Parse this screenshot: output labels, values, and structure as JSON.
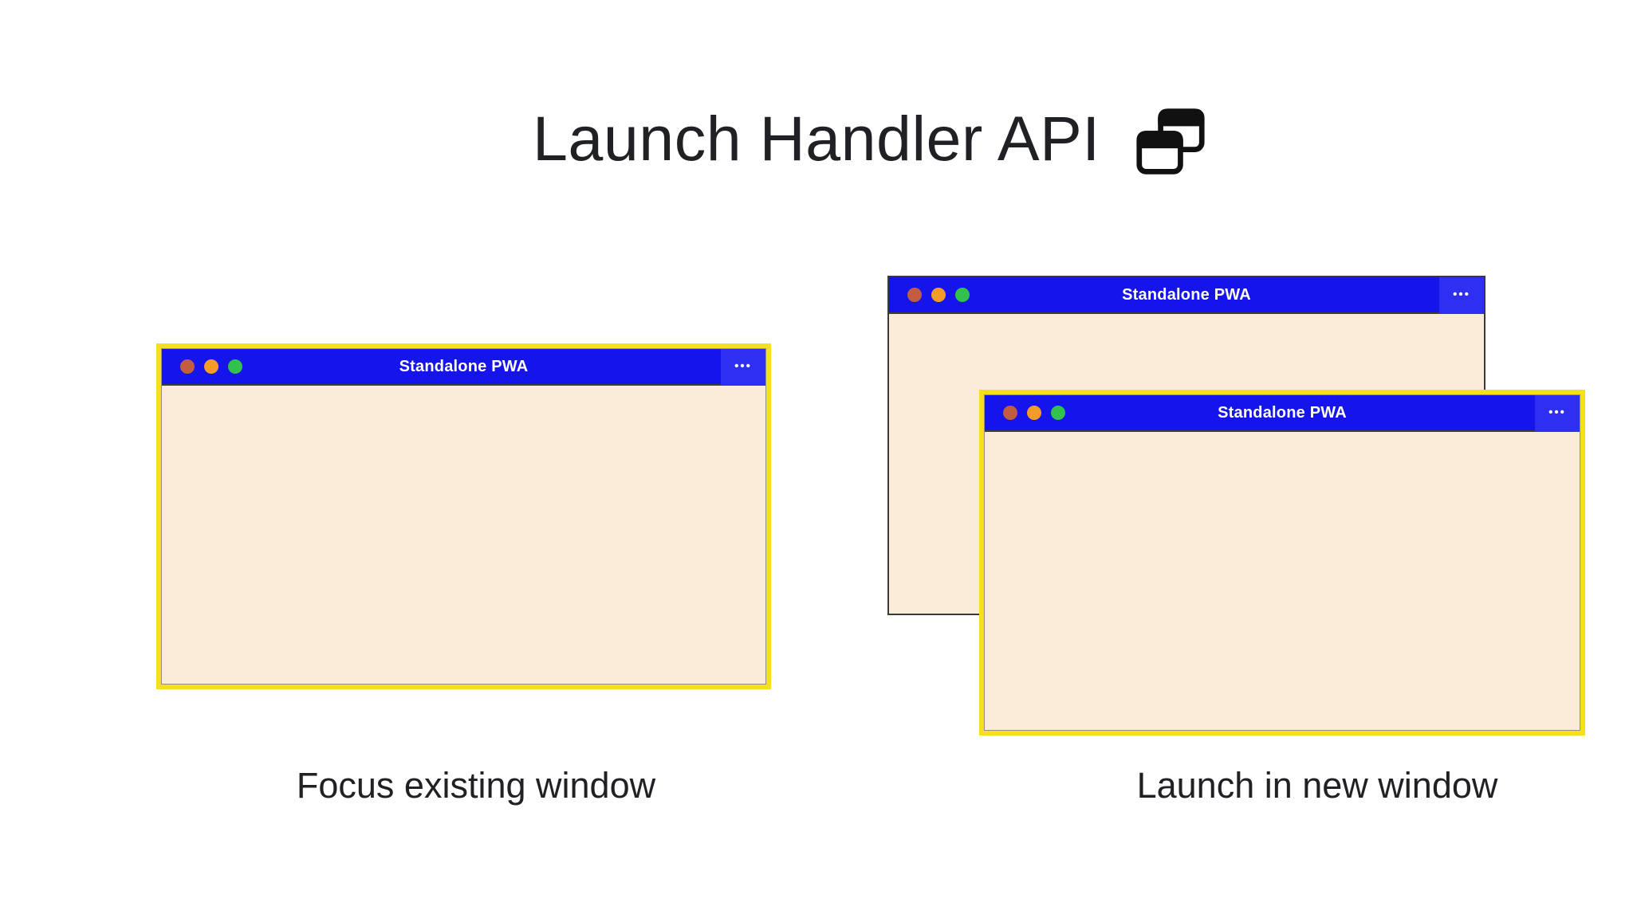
{
  "header": {
    "title": "Launch Handler API",
    "icon": "overlapping-windows-icon"
  },
  "colors": {
    "titlebar_blue": "#1414eb",
    "menu_blue": "#2f2ff2",
    "body_cream": "#faecd9",
    "highlight_yellow": "#f6e01b",
    "frame_gray": "#8f8f88",
    "back_border_dark": "#3a3a3a",
    "traffic_red": "#c15e3e",
    "traffic_orange": "#f59b29",
    "traffic_green": "#31c14c",
    "text_dark": "#202124",
    "titlebar_underline": "#3e3e34"
  },
  "windows": [
    {
      "id": "existing-focused",
      "title": "Standalone PWA",
      "menu_dots": "•••",
      "highlighted": true
    },
    {
      "id": "original-back",
      "title": "Standalone PWA",
      "menu_dots": "•••",
      "highlighted": false
    },
    {
      "id": "new-front",
      "title": "Standalone PWA",
      "menu_dots": "•••",
      "highlighted": true
    }
  ],
  "captions": {
    "left": "Focus existing window",
    "right": "Launch in new window"
  }
}
